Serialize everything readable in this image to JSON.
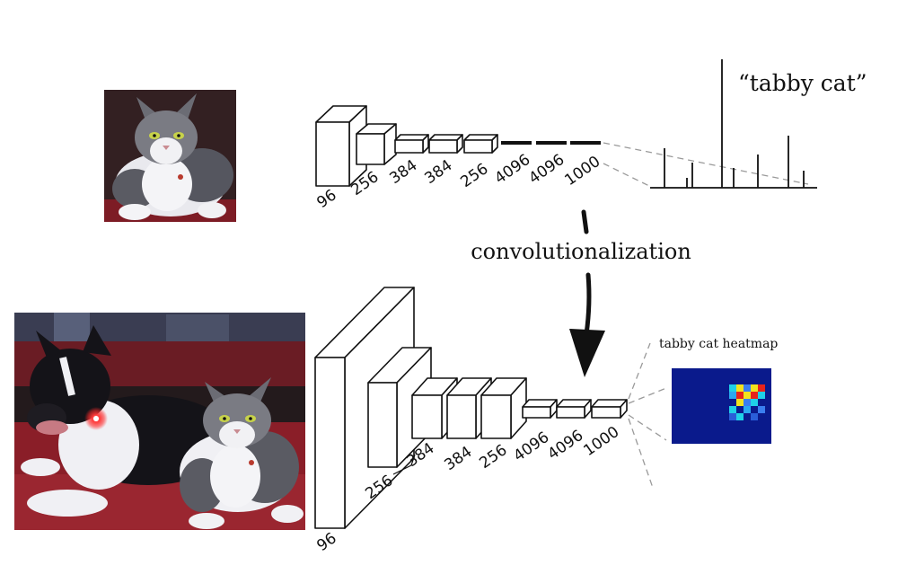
{
  "top_network": {
    "layer_labels": [
      "96",
      "256",
      "384",
      "384",
      "256",
      "4096",
      "4096",
      "1000"
    ]
  },
  "output_label": "“tabby cat”",
  "transform_label": "convolutionalization",
  "bottom_network": {
    "layer_labels": [
      "96",
      "256",
      "384",
      "384",
      "256",
      "4096",
      "4096",
      "1000"
    ]
  },
  "heatmap_label": "tabby cat heatmap",
  "colors": {
    "heatmap_background": "#0a1a8c",
    "heatmap_hot": "#e8231a",
    "heatmap_warm": "#f2e21e",
    "heatmap_cool": "#1fd0e8",
    "photo_sofa": "#8a1e28",
    "annotation_dot": "#ff2a2a"
  },
  "icons": [
    "cat-photo",
    "dog-and-cat-photo",
    "convnet-diagram",
    "arrow-down",
    "output-histogram",
    "heatmap"
  ]
}
